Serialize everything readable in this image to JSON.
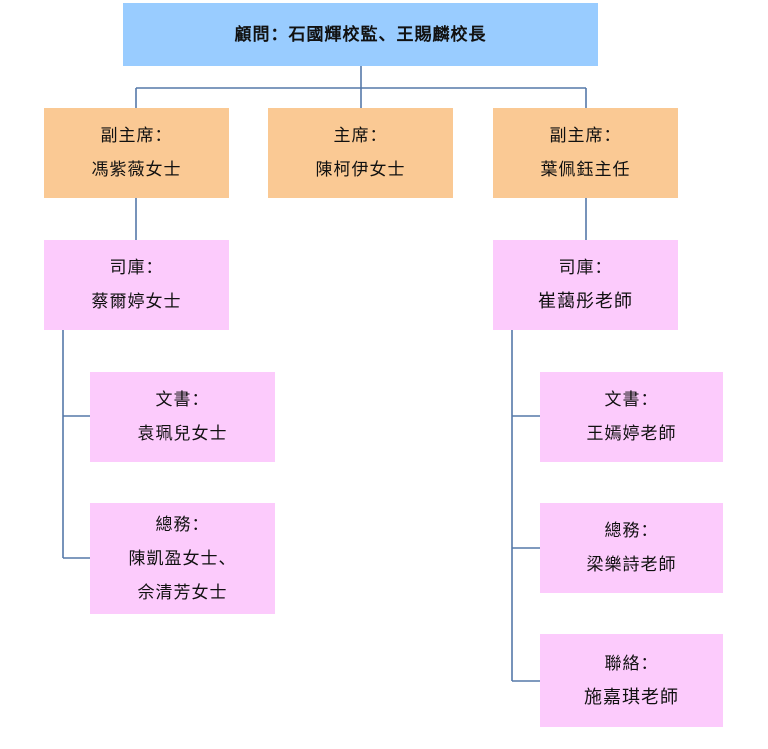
{
  "advisor": {
    "text": "顧問：石國輝校監、王賜麟校長"
  },
  "vice_chair_left": {
    "role": "副主席：",
    "name": "馮紫薇女士"
  },
  "chair": {
    "role": "主席：",
    "name": "陳柯伊女士"
  },
  "vice_chair_right": {
    "role": "副主席：",
    "name": "葉佩鈺主任"
  },
  "treasurer_left": {
    "role": "司庫：",
    "name": "蔡爾婷女士"
  },
  "treasurer_right": {
    "role": "司庫：",
    "name": "崔藹彤老師"
  },
  "secretary_left": {
    "role": "文書：",
    "name": "袁珮兒女士"
  },
  "general_affairs_left": {
    "role": "總務：",
    "name": "陳凱盈女士、",
    "name2": "佘清芳女士"
  },
  "secretary_right": {
    "role": "文書：",
    "name": "王嫣婷老師"
  },
  "general_affairs_right": {
    "role": "總務：",
    "name": "梁樂詩老師"
  },
  "liaison_right": {
    "role": "聯絡：",
    "name": "施嘉琪老師"
  },
  "colors": {
    "advisor_fill": "#99ccff",
    "chair_fill": "#fac994",
    "member_fill": "#fccbfc",
    "connector": "#5578a8"
  }
}
